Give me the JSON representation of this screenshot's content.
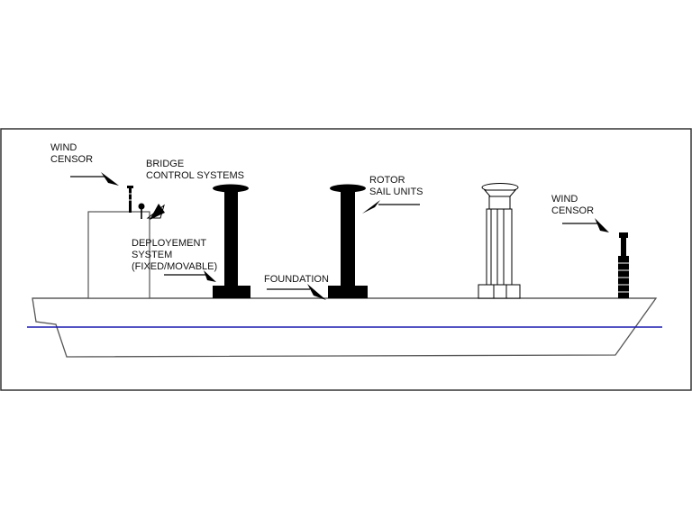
{
  "labels": {
    "wind_censor_left": [
      "WIND",
      "CENSOR"
    ],
    "bridge_control": [
      "BRIDGE",
      "CONTROL SYSTEMS"
    ],
    "deployment": [
      "DEPLOYEMENT",
      "SYSTEM",
      "(FIXED/MOVABLE)"
    ],
    "foundation": [
      "FOUNDATION"
    ],
    "rotor_sail": [
      "ROTOR",
      "SAIL UNITS"
    ],
    "wind_censor_right": [
      "WIND",
      "CENSOR"
    ]
  },
  "colors": {
    "frame": "#333333",
    "hull_line": "#555555",
    "rotor_fill": "#000000",
    "waterline": "#1a1ab0",
    "text": "#111111"
  }
}
